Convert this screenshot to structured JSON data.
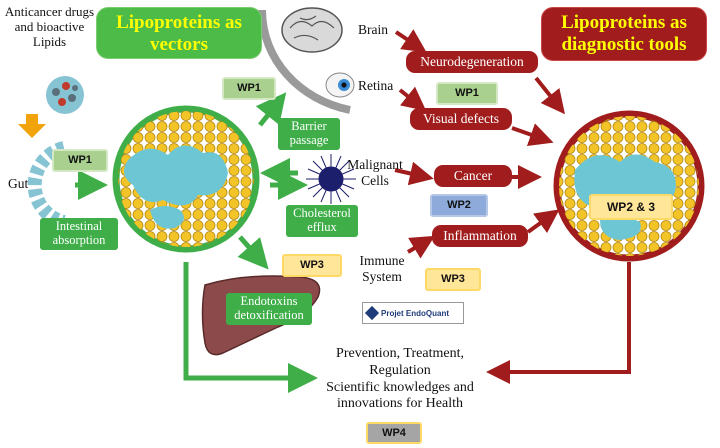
{
  "titles": {
    "vectors": "Lipoproteins as vectors",
    "diagnostic": "Lipoproteins as diagnostic tools"
  },
  "inputs": {
    "drugs": "Anticancer drugs and bioactive Lipids",
    "gut": "Gut"
  },
  "organs": {
    "brain": "Brain",
    "retina": "Retina",
    "malignant_cells": "Malignant Cells",
    "immune_system": "Immune System"
  },
  "green_boxes": {
    "barrier_passage": "Barrier passage",
    "intestinal_absorption": "Intestinal absorption",
    "cholesterol_efflux": "Cholesterol efflux",
    "endotoxins": "Endotoxins detoxification"
  },
  "red_boxes": {
    "neurodegeneration": "Neurodegeneration",
    "visual_defects": "Visual defects",
    "cancer": "Cancer",
    "inflammation": "Inflammation"
  },
  "work_packages": {
    "wp_barrier": "WP1",
    "wp_gut": "WP1",
    "wp_retina": "WP1",
    "wp_endotoxins": "WP3",
    "wp_cancer": "WP2",
    "wp_immune": "WP3",
    "wp_diagnostic": "WP2 & 3",
    "wp_bottom": "WP4"
  },
  "logo": {
    "text": "Projet EndoQuant"
  },
  "outcome": {
    "line1": "Prevention, Treatment,",
    "line2": "Regulation",
    "line3": "Scientific knowledges and",
    "line4": "innovations for Health"
  },
  "colors": {
    "green": "#3fae49",
    "dark_red": "#a11d1d",
    "title_yellow": "#ffff00",
    "particle_gold": "#f2c428",
    "particle_teal": "#6cc6d3"
  }
}
